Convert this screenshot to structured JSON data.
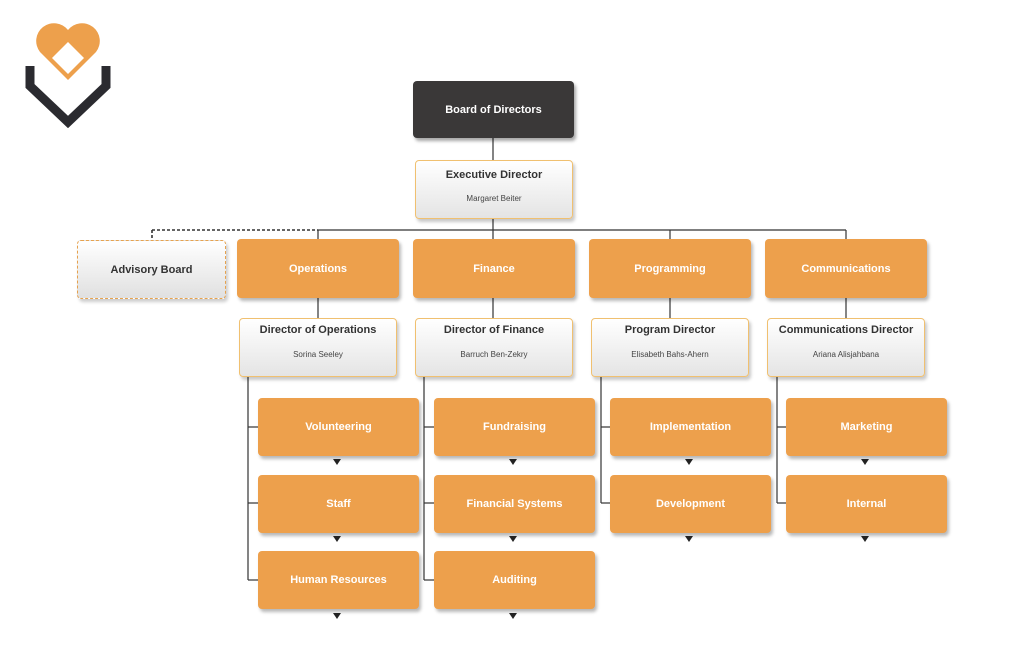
{
  "logo": {
    "icon": "heart-diamond-logo-icon",
    "colors": {
      "orange": "#eda04c",
      "dark": "#2b2b30"
    }
  },
  "colors": {
    "dark_box": "#3a3838",
    "accent": "#eda04c",
    "line": "#333333"
  },
  "board": {
    "label": "Board of Directors"
  },
  "executive": {
    "role": "Executive Director",
    "name": "Margaret Beiter"
  },
  "advisory": {
    "label": "Advisory Board"
  },
  "departments": [
    {
      "label": "Operations",
      "director": {
        "role": "Director of Operations",
        "name": "Sorina Seeley"
      },
      "units": [
        "Volunteering",
        "Staff",
        "Human Resources"
      ]
    },
    {
      "label": "Finance",
      "director": {
        "role": "Director of Finance",
        "name": "Barruch Ben-Zekry"
      },
      "units": [
        "Fundraising",
        "Financial Systems",
        "Auditing"
      ]
    },
    {
      "label": "Programming",
      "director": {
        "role": "Program Director",
        "name": "Elisabeth Bahs-Ahern"
      },
      "units": [
        "Implementation",
        "Development"
      ]
    },
    {
      "label": "Communications",
      "director": {
        "role": "Communications Director",
        "name": "Ariana Alisjahbana"
      },
      "units": [
        "Marketing",
        "Internal"
      ]
    }
  ]
}
